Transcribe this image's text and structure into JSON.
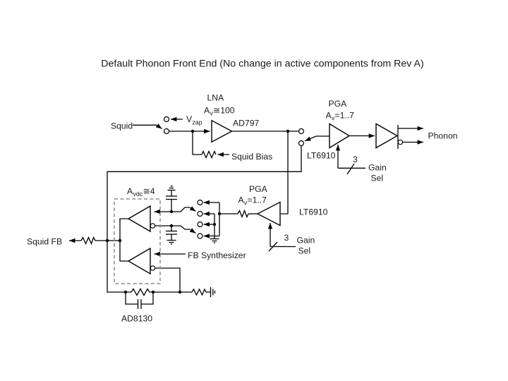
{
  "title": "Default Phonon Front End (No change in active components from Rev A)",
  "colors": {
    "wire": "#000000",
    "dashed_box": "#8c8c8c",
    "background": "#ffffff",
    "text": "#1a1a1a"
  },
  "labels": {
    "squid": "Squid",
    "vzap": {
      "main": "V",
      "sub": "zap"
    },
    "lna": {
      "title": "LNA",
      "gain_main": "A",
      "gain_sub": "v",
      "gain_rest": "≅100",
      "part": "AD797"
    },
    "squid_bias": "Squid Bias",
    "pga1": {
      "title": "PGA",
      "gain_main": "A",
      "gain_sub": "v",
      "gain_rest": "=1..7",
      "part": "LT6910"
    },
    "phonon": "Phonon",
    "gain_sel1": {
      "bus_width": "3",
      "line1": "Gain",
      "line2": "Sel"
    },
    "pga2": {
      "title": "PGA",
      "gain_main": "A",
      "gain_sub": "v",
      "gain_rest": "=1..7",
      "part": "LT6910"
    },
    "gain_sel2": {
      "bus_width": "3",
      "line1": "Gain",
      "line2": "Sel"
    },
    "avdc": {
      "main": "A",
      "sub": "vdc",
      "rest": "≅4"
    },
    "fb_synth": "FB Synthesizer",
    "squid_fb": "Squid FB",
    "ad8130": "AD8130"
  }
}
